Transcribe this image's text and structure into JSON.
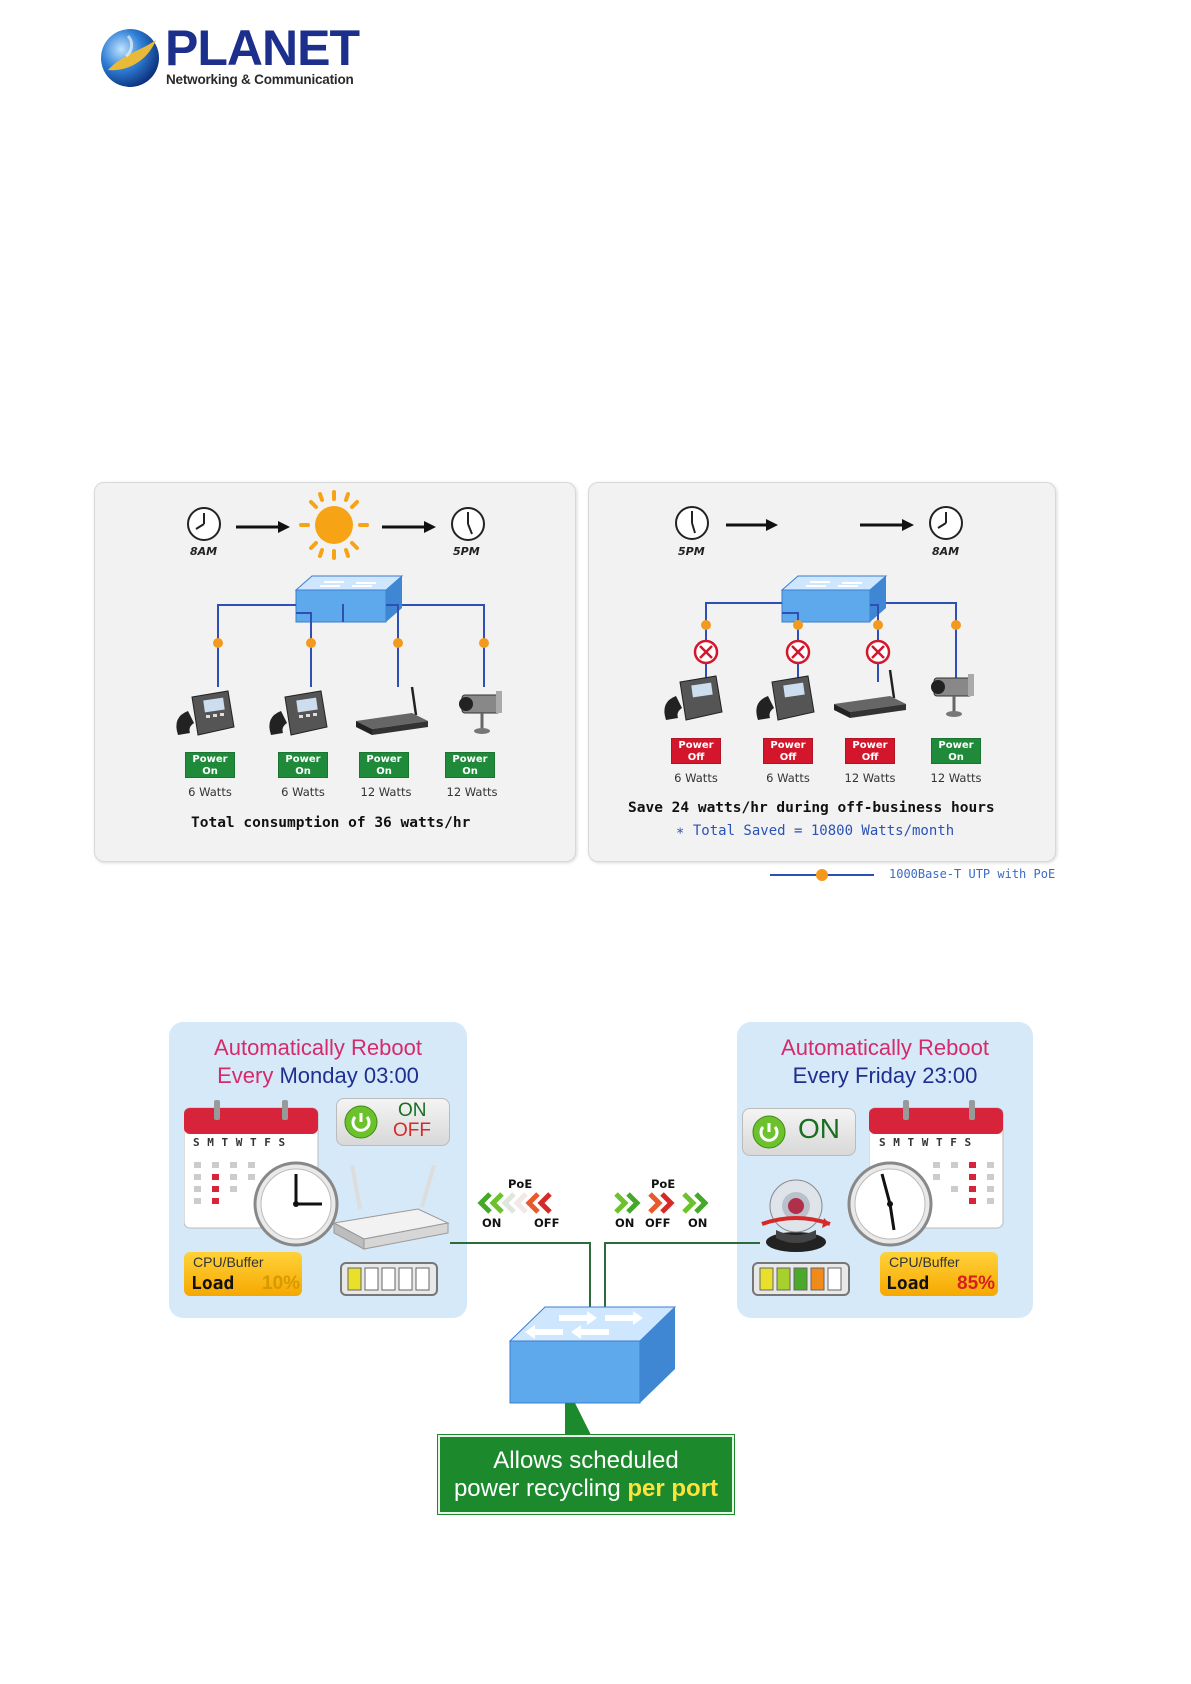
{
  "brand": {
    "name": "PLANET",
    "tagline": "Networking & Communication"
  },
  "schedule_diagram": {
    "day_panel": {
      "start_time": "8AM",
      "end_time": "5PM",
      "devices": [
        {
          "status": "Power On",
          "status_line1": "Power",
          "status_line2": "On",
          "watts": "6 Watts"
        },
        {
          "status": "Power On",
          "status_line1": "Power",
          "status_line2": "On",
          "watts": "6 Watts"
        },
        {
          "status": "Power On",
          "status_line1": "Power",
          "status_line2": "On",
          "watts": "12 Watts"
        },
        {
          "status": "Power On",
          "status_line1": "Power",
          "status_line2": "On",
          "watts": "12 Watts"
        }
      ],
      "caption": "Total consumption of 36 watts/hr"
    },
    "night_panel": {
      "start_time": "5PM",
      "end_time": "8AM",
      "devices": [
        {
          "status": "Power Off",
          "status_line1": "Power",
          "status_line2": "Off",
          "watts": "6 Watts"
        },
        {
          "status": "Power Off",
          "status_line1": "Power",
          "status_line2": "Off",
          "watts": "6 Watts"
        },
        {
          "status": "Power Off",
          "status_line1": "Power",
          "status_line2": "Off",
          "watts": "12 Watts"
        },
        {
          "status": "Power On",
          "status_line1": "Power",
          "status_line2": "On",
          "watts": "12 Watts"
        }
      ],
      "caption": "Save 24 watts/hr during off-business hours",
      "subcaption": "∗ Total Saved = 10800 Watts/month"
    },
    "legend": "1000Base-T UTP with PoE",
    "colors": {
      "link_line": "#2e4fb5",
      "poe_dot": "#f39a1e",
      "power_on": "#1f8a3a",
      "power_off": "#d4162c"
    }
  },
  "reboot_diagram": {
    "left": {
      "title_line1": "Automatically Reboot",
      "title_every": "Every",
      "title_day": "Monday",
      "title_time": "03:00",
      "calendar_days": "S M T W T F S",
      "switch_on": "ON",
      "switch_off": "OFF",
      "cpu_label": "CPU/Buffer",
      "load_label": "Load",
      "load_value": "10%",
      "load_fraction": 0.1
    },
    "right": {
      "title_line1": "Automatically Reboot",
      "title_every": "Every",
      "title_day": "Friday",
      "title_time": "23:00",
      "calendar_days": "S M T W T F S",
      "switch_on": "ON",
      "cpu_label": "CPU/Buffer",
      "load_label": "Load",
      "load_value": "85%",
      "load_fraction": 0.85
    },
    "poe_left": {
      "label": "PoE",
      "on": "ON",
      "off": "OFF"
    },
    "poe_right": {
      "label": "PoE",
      "on": "ON",
      "off": "OFF",
      "on2": "ON"
    },
    "banner_line1": "Allows scheduled",
    "banner_line2_a": "power recycling ",
    "banner_line2_b": "per port",
    "colors": {
      "panel_bg": "#d6e9f8",
      "title_pink": "#d62a6a",
      "title_navy": "#1e2f8f",
      "banner_green": "#1c8a2c",
      "highlight_yellow": "#ffe23a"
    }
  }
}
